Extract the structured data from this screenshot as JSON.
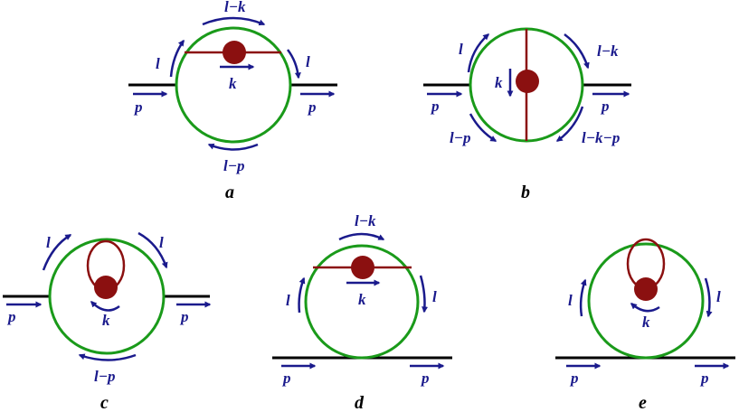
{
  "colors": {
    "external_line": "#000000",
    "loop_circle": "#1a9a1a",
    "internal_line": "#8b1010",
    "blob": "#8b1010",
    "momentum_arrow": "#1a1a8c",
    "label": "#1a1a8c",
    "panel_label": "#000000"
  },
  "panels": {
    "a": {
      "label": "a",
      "momenta": {
        "top": "l−k",
        "left": "l",
        "right": "l",
        "bottom": "l−p",
        "inner": "k",
        "in": "p",
        "out": "p"
      }
    },
    "b": {
      "label": "b",
      "momenta": {
        "top_left": "l",
        "top_right": "l−k",
        "bottom_left": "l−p",
        "bottom_right": "l−k−p",
        "inner": "k",
        "in": "p",
        "out": "p"
      }
    },
    "c": {
      "label": "c",
      "momenta": {
        "top_left": "l",
        "top_right": "l",
        "bottom": "l−p",
        "inner": "k",
        "in": "p",
        "out": "p"
      }
    },
    "d": {
      "label": "d",
      "momenta": {
        "top": "l−k",
        "left": "l",
        "right": "l",
        "inner": "k",
        "in": "p",
        "out": "p"
      }
    },
    "e": {
      "label": "e",
      "momenta": {
        "left": "l",
        "right": "l",
        "inner": "k",
        "in": "p",
        "out": "p"
      }
    }
  }
}
